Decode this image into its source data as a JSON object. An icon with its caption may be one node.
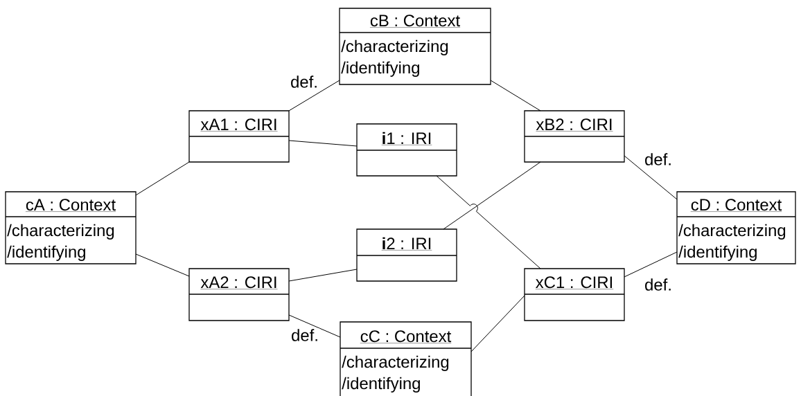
{
  "diagram": {
    "nodes": [
      {
        "text": [
          "cB : Context",
          "/characterizing",
          "/identifying"
        ]
      },
      {
        "text": [
          "xA1 : CIRI"
        ]
      },
      {
        "text": [
          "**i**1 : IRI"
        ]
      },
      {
        "text": [
          "xB2 : CIRI"
        ]
      },
      {
        "text": [
          "cA : Context",
          "/characterizing",
          "/identifying"
        ]
      },
      {
        "text": [
          "cD : Context",
          "/characterizing",
          "/identifying"
        ]
      },
      {
        "text": [
          "**i**2 : IRI"
        ]
      },
      {
        "text": [
          "xA2 : CIRI"
        ]
      },
      {
        "text": [
          "xC1 : CIRI"
        ]
      },
      {
        "text": [
          "cC : Context",
          "/characterizing",
          "/identifying"
        ]
      }
    ],
    "edges": [
      {
        "from": 4,
        "to": 1,
        "arrow": "none"
      },
      {
        "from": 4,
        "to": 7,
        "arrow": "none"
      },
      {
        "from": 1,
        "to": 0,
        "arrow": "none",
        "label": "def."
      },
      {
        "from": 1,
        "to": 2,
        "arrow": "none"
      },
      {
        "from": 0,
        "to": 3,
        "arrow": "none"
      },
      {
        "from": 3,
        "to": 5,
        "arrow": "none",
        "label": "def."
      },
      {
        "from": 2,
        "to": 8,
        "arrow": "none"
      },
      {
        "from": 3,
        "to": 6,
        "arrow": "none"
      },
      {
        "from": 7,
        "to": 6,
        "arrow": "none"
      },
      {
        "from": 7,
        "to": 9,
        "arrow": "none",
        "label": "def."
      },
      {
        "from": 9,
        "to": 8,
        "arrow": "none"
      },
      {
        "from": 8,
        "to": 5,
        "arrow": "none",
        "label": "def."
      }
    ]
  }
}
